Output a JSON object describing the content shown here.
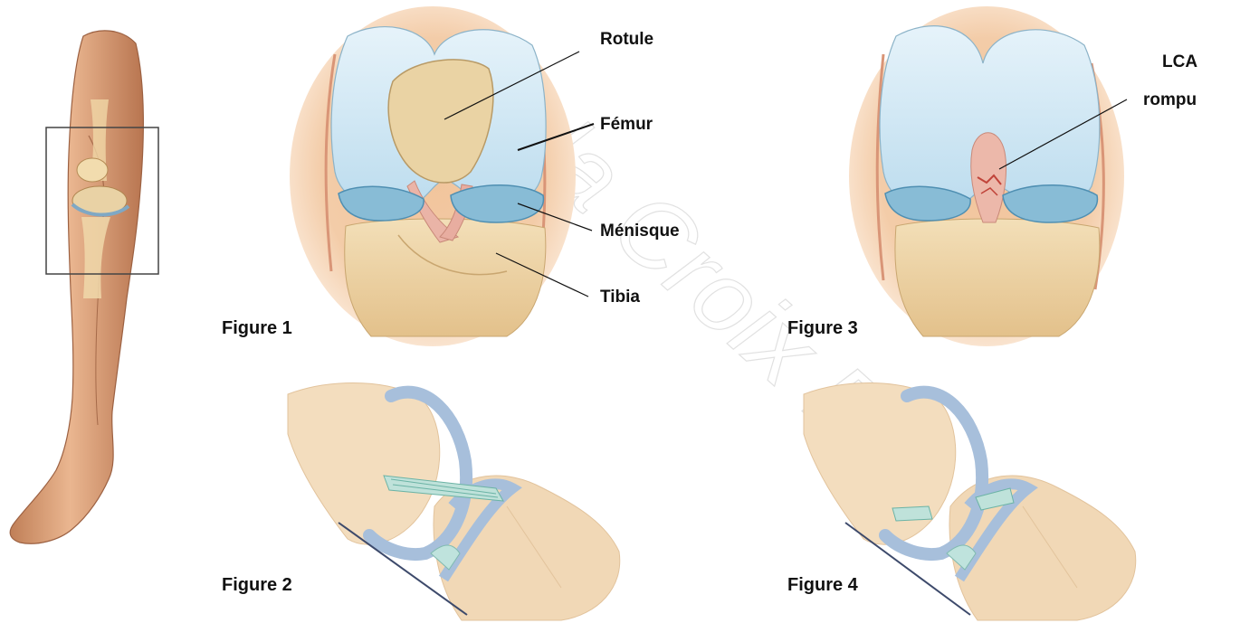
{
  "labels": {
    "rotule": "Rotule",
    "femur": "Fémur",
    "menisque": "Ménisque",
    "tibia": "Tibia",
    "lca_line1": "LCA",
    "lca_line2": "rompu"
  },
  "figures": {
    "fig1": "Figure 1",
    "fig2": "Figure 2",
    "fig3": "Figure 3",
    "fig4": "Figure 4"
  },
  "watermark": "de la Croix Ro",
  "colors": {
    "skin": "#e8b48c",
    "skin_dark": "#c98b63",
    "bone": "#ecd3a3",
    "cartilage": "#cfe6f3",
    "meniscus": "#7fb5d2",
    "ligament": "#eab6ac",
    "halo": "#f3c79f",
    "band": "#a7bfdb",
    "tendon": "#7fc6b8"
  }
}
